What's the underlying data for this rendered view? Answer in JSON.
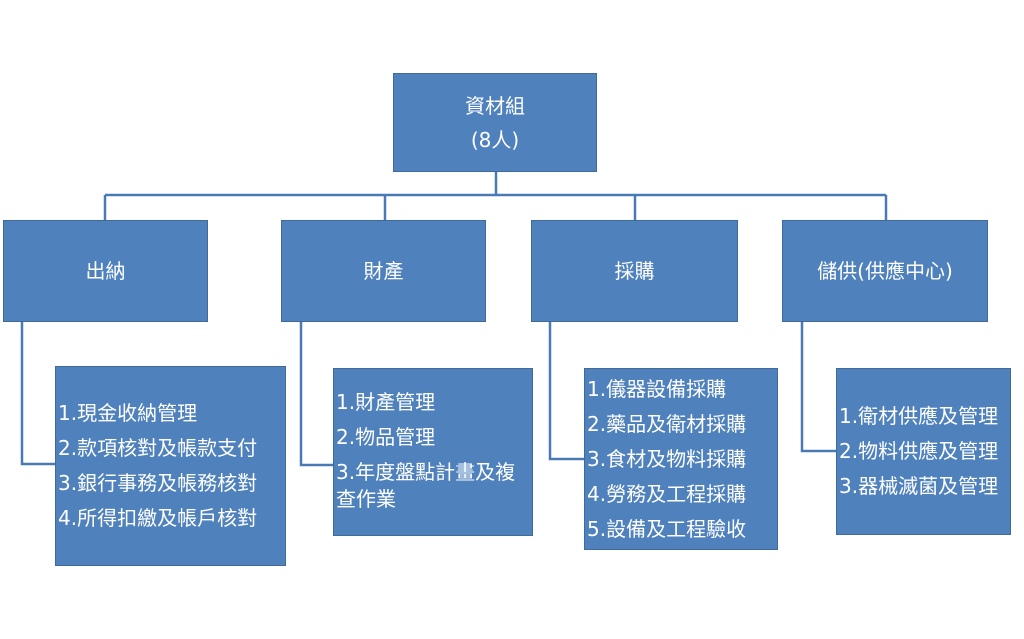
{
  "root": {
    "title": "資材組",
    "count": "(8人)"
  },
  "units": [
    {
      "name": "出納",
      "items": [
        "1.現金收納管理",
        "2.款項核對及帳款支付",
        "3.銀行事務及帳務核對",
        "4.所得扣繳及帳戶核對"
      ]
    },
    {
      "name": "財產",
      "items": [
        "1.財產管理",
        "2.物品管理",
        "3.年度盤點計畫及複查作業"
      ]
    },
    {
      "name": "採購",
      "items": [
        "1.儀器設備採購",
        "2.藥品及衛材採購",
        "3.食材及物料採購",
        "4.勞務及工程採購",
        "5.設備及工程驗收"
      ]
    },
    {
      "name": "儲供(供應中心)",
      "items": [
        "1.衛材供應及管理",
        "2.物料供應及管理",
        "3.器械滅菌及管理"
      ]
    }
  ],
  "colors": {
    "box_fill": "#4f81bd",
    "box_border": "#416a9c",
    "line": "#4a7ab5"
  }
}
